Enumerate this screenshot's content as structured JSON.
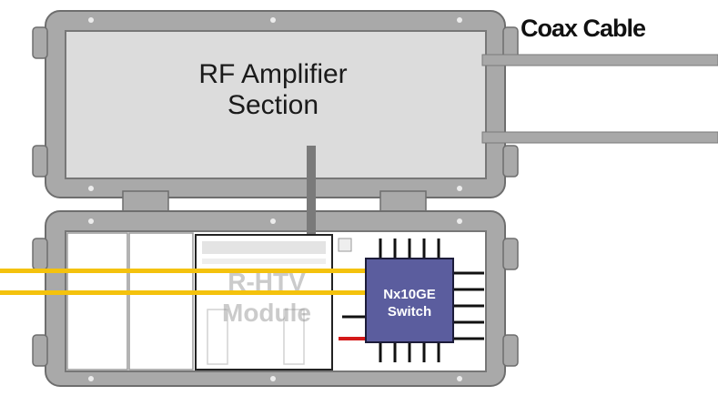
{
  "labels": {
    "rf_section": [
      "RF Amplifier",
      "Section"
    ],
    "coax": "Coax Cable",
    "module": [
      "R-HTV",
      "Module"
    ],
    "switch": [
      "Nx10GE",
      "Switch"
    ]
  },
  "colors": {
    "enclosure": "#9a9a9a",
    "panel": "#d9d9d9",
    "fiber": "#f4c20d",
    "switch": "#5b5d9e",
    "alarm": "#d41919",
    "cable": "#a8a8a8"
  }
}
